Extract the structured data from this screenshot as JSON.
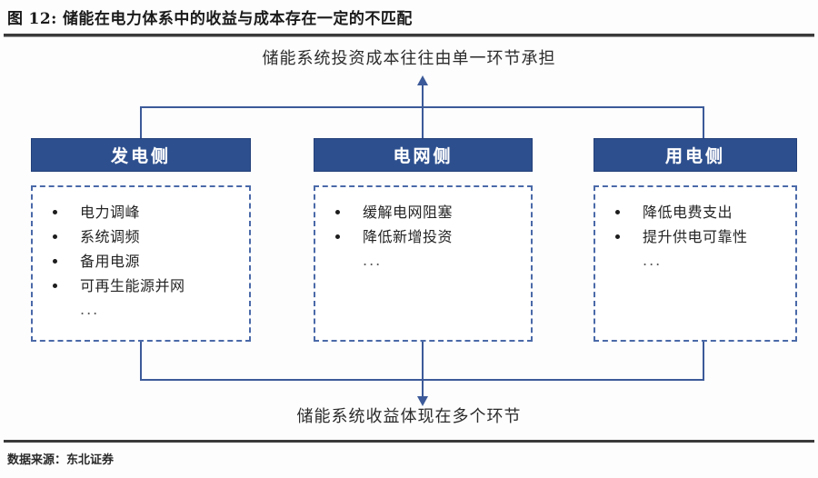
{
  "figure": {
    "label": "图",
    "number": "12:",
    "title": "储能在电力体系中的收益与成本存在一定的不匹配"
  },
  "captions": {
    "top": "储能系统投资成本往往由单一环节承担",
    "bottom": "储能系统收益体现在多个环节"
  },
  "colors": {
    "header_fill": "#2d4f8e",
    "connector": "#3c5a99",
    "dashed_border": "#4a69a8"
  },
  "columns": [
    {
      "header": "发电侧",
      "items": [
        "电力调峰",
        "系统调频",
        "备用电源",
        "可再生能源并网"
      ],
      "ellipsis": "..."
    },
    {
      "header": "电网侧",
      "items": [
        "缓解电网阻塞",
        "降低新增投资"
      ],
      "ellipsis": "..."
    },
    {
      "header": "用电侧",
      "items": [
        "降低电费支出",
        "提升供电可靠性"
      ],
      "ellipsis": "..."
    }
  ],
  "source": {
    "text": "数据来源：东北证券"
  }
}
